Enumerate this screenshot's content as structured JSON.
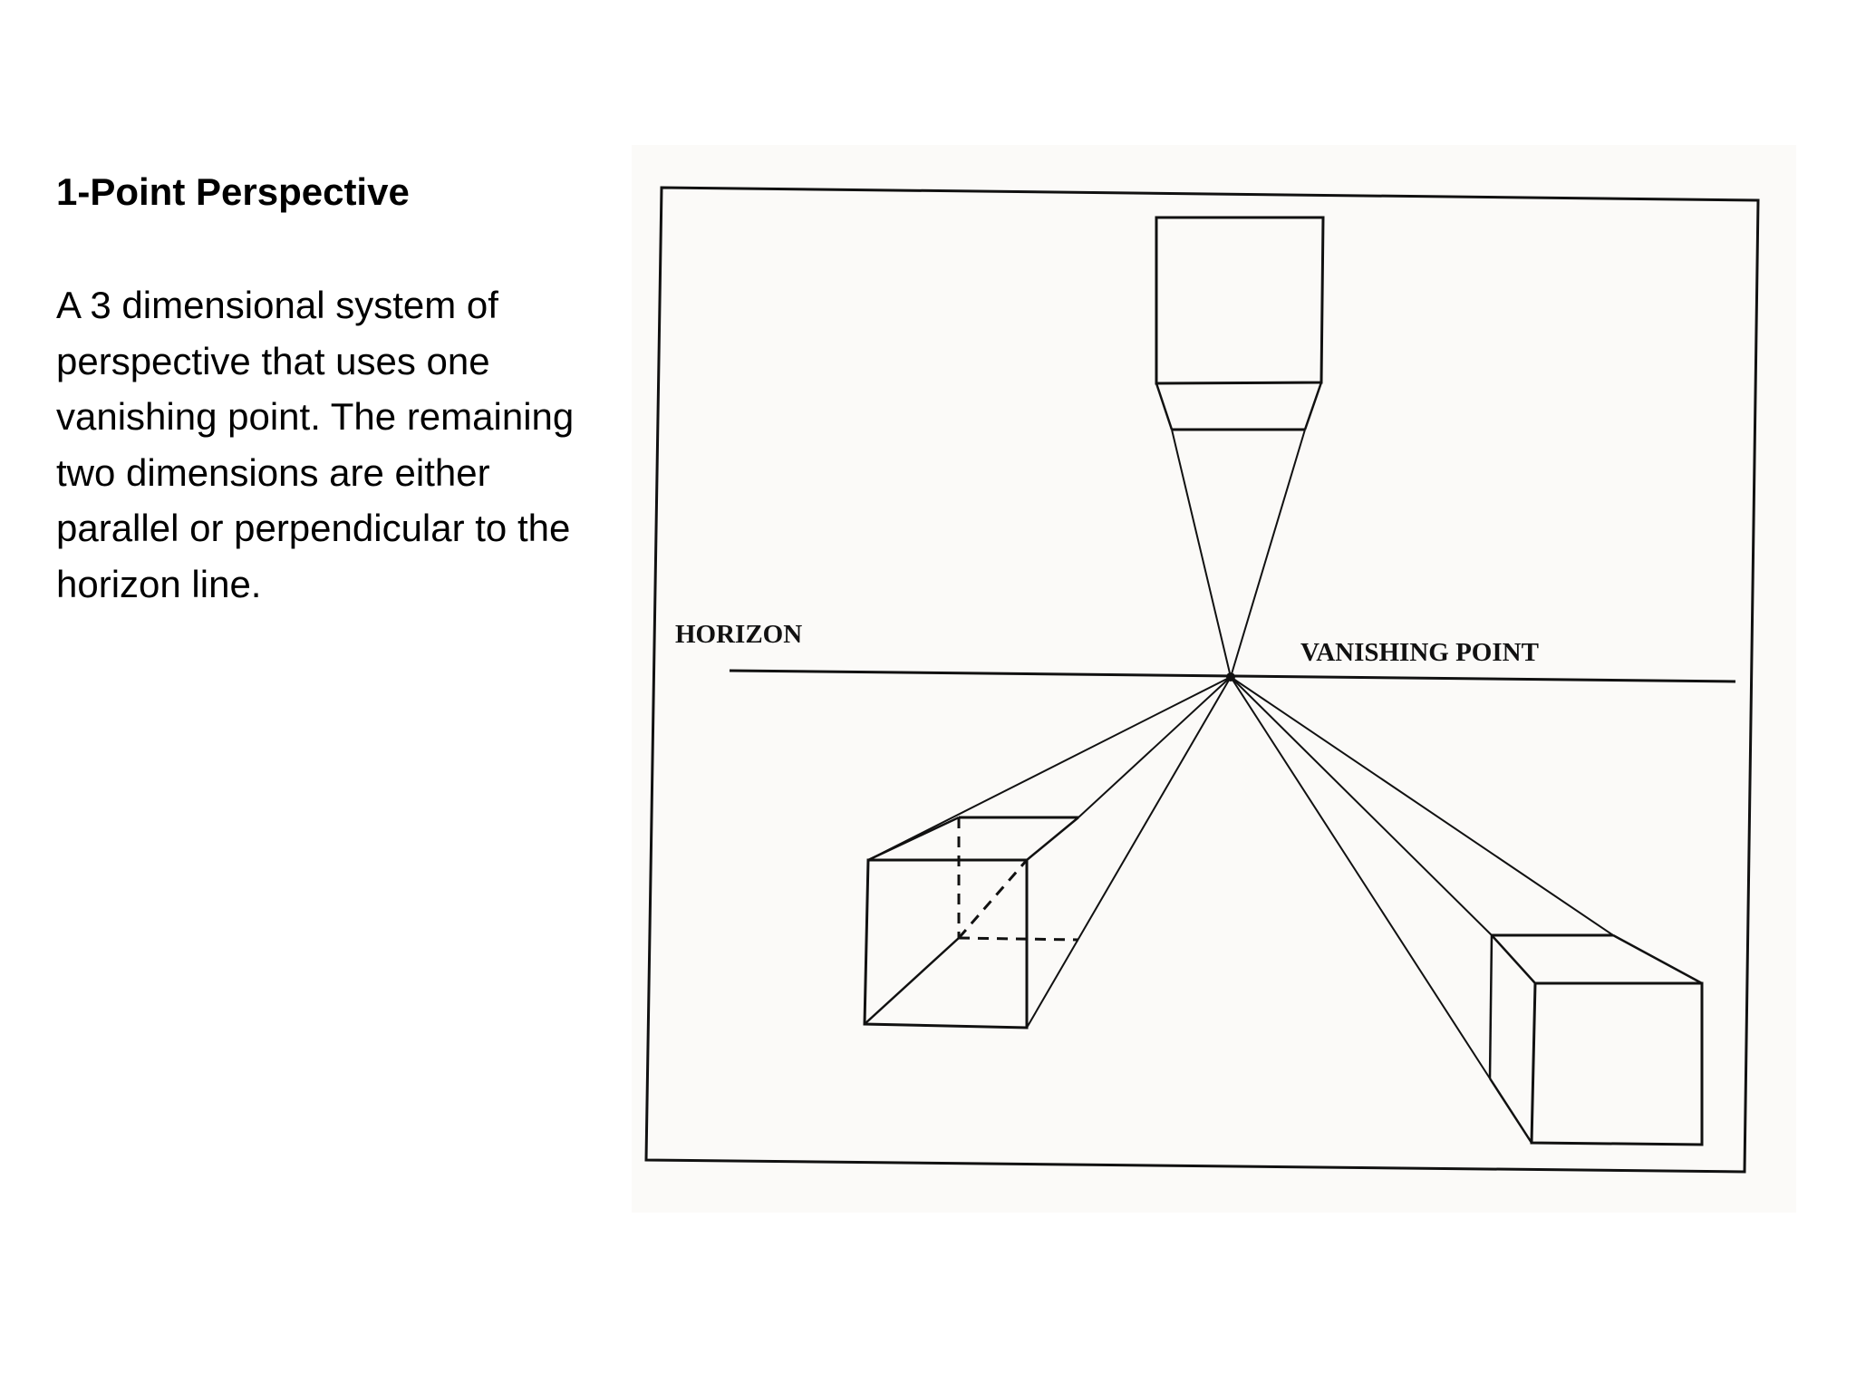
{
  "slide": {
    "title": "1-Point Perspective",
    "body": "A 3 dimensional system of perspective that uses one vanishing point. The remaining two dimensions are either parallel or perpendicular to the horizon line."
  },
  "figure": {
    "labels": {
      "horizon": "HORIZON",
      "vanishing_point": "VANISHING POINT"
    },
    "colors": {
      "ink": "#111111",
      "paper": "#fbfaf8",
      "background": "#ffffff"
    }
  }
}
